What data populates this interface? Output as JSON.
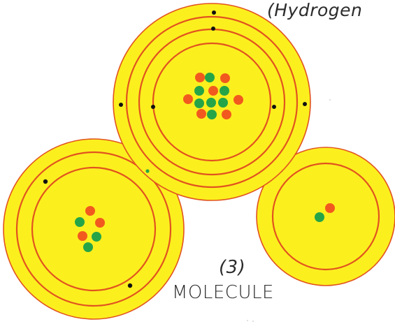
{
  "labels": {
    "header": "(Hydrogen",
    "number": "(3)",
    "molecule": "MOLECULE"
  },
  "colors": {
    "shell_fill": "#fcef1e",
    "orbit": "#e1531f",
    "electron": "#111111",
    "proton": "#f2591e",
    "neutron": "#25a548",
    "text": "#2b2b2b"
  }
}
